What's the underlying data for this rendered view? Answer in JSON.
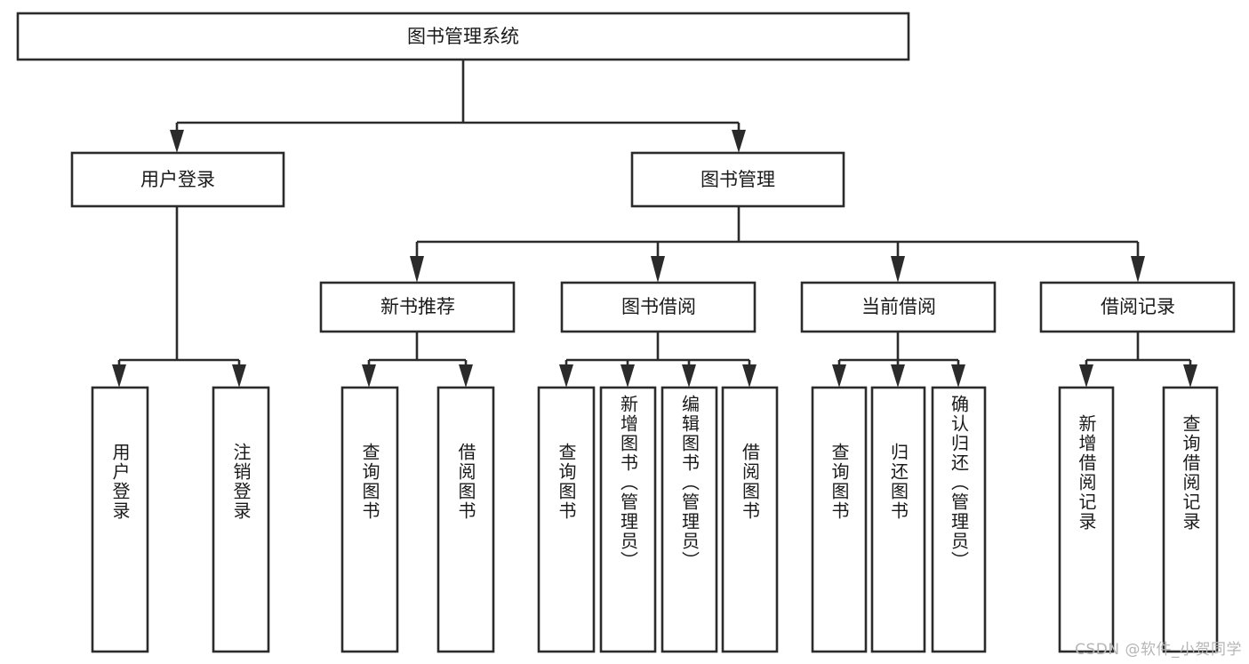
{
  "diagram": {
    "type": "tree-hierarchy-chart",
    "title_node": {
      "id": "root",
      "label": "图书管理系统",
      "orientation": "horizontal"
    },
    "level2": [
      {
        "id": "user-login",
        "label": "用户登录",
        "orientation": "horizontal"
      },
      {
        "id": "book-manage",
        "label": "图书管理",
        "orientation": "horizontal"
      }
    ],
    "level3": [
      {
        "id": "new-book-recommend",
        "label": "新书推荐",
        "orientation": "horizontal",
        "parent": "book-manage"
      },
      {
        "id": "book-borrow",
        "label": "图书借阅",
        "orientation": "horizontal",
        "parent": "book-manage"
      },
      {
        "id": "current-borrow",
        "label": "当前借阅",
        "orientation": "horizontal",
        "parent": "book-manage"
      },
      {
        "id": "borrow-record",
        "label": "借阅记录",
        "orientation": "horizontal",
        "parent": "book-manage"
      }
    ],
    "leaves": [
      {
        "id": "leaf-user-login",
        "label": "用户登录",
        "parent": "user-login",
        "orientation": "vertical"
      },
      {
        "id": "leaf-user-logout",
        "label": "注销登录",
        "parent": "user-login",
        "orientation": "vertical"
      },
      {
        "id": "leaf-query-book-1",
        "label": "查询图书",
        "parent": "new-book-recommend",
        "orientation": "vertical"
      },
      {
        "id": "leaf-borrow-book-1",
        "label": "借阅图书",
        "parent": "new-book-recommend",
        "orientation": "vertical"
      },
      {
        "id": "leaf-query-book-2",
        "label": "查询图书",
        "parent": "book-borrow",
        "orientation": "vertical"
      },
      {
        "id": "leaf-add-book",
        "label": "新增图书（管理员）",
        "parent": "book-borrow",
        "orientation": "vertical"
      },
      {
        "id": "leaf-edit-book",
        "label": "编辑图书（管理员）",
        "parent": "book-borrow",
        "orientation": "vertical"
      },
      {
        "id": "leaf-borrow-book-2",
        "label": "借阅图书",
        "parent": "book-borrow",
        "orientation": "vertical"
      },
      {
        "id": "leaf-query-book-3",
        "label": "查询图书",
        "parent": "current-borrow",
        "orientation": "vertical"
      },
      {
        "id": "leaf-return-book",
        "label": "归还图书",
        "parent": "current-borrow",
        "orientation": "vertical"
      },
      {
        "id": "leaf-confirm-return",
        "label": "确认归还（管理员）",
        "parent": "current-borrow",
        "orientation": "vertical"
      },
      {
        "id": "leaf-add-record",
        "label": "新增借阅记录",
        "parent": "borrow-record",
        "orientation": "vertical"
      },
      {
        "id": "leaf-query-record",
        "label": "查询借阅记录",
        "parent": "borrow-record",
        "orientation": "vertical"
      }
    ],
    "colors": {
      "stroke": "#2b2b2b",
      "fill": "#ffffff",
      "text": "#1a1a1a",
      "watermark": "#b6b6b6"
    }
  },
  "watermark": {
    "text": "CSDN @软件_小贺同学"
  }
}
